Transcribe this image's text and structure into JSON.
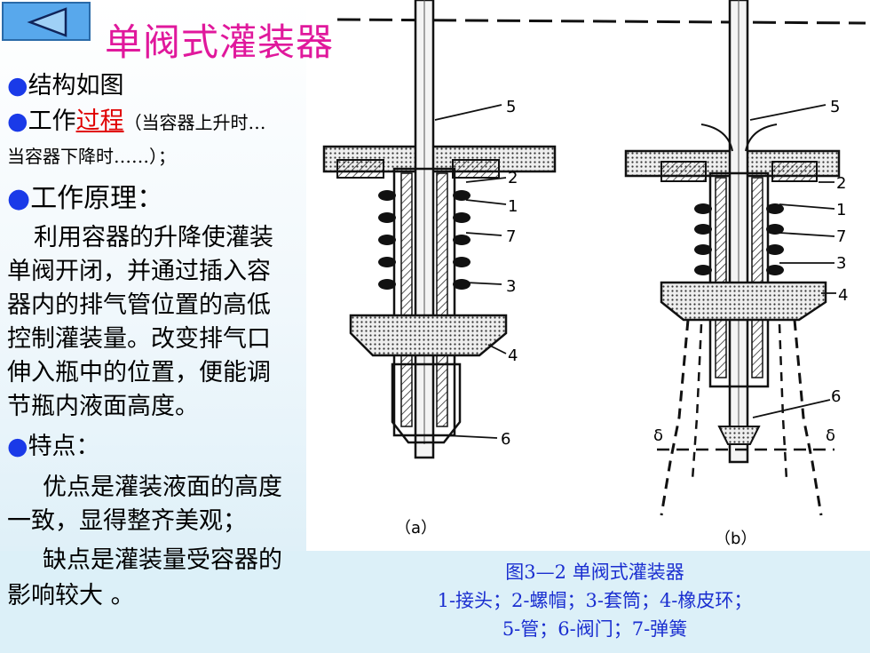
{
  "slide": {
    "title": "单阀式灌装器",
    "nav": {
      "back_icon": "back-triangle-icon"
    }
  },
  "content": {
    "bullet_symbol": "●",
    "structure": "结构如图",
    "process_prefix": "工作",
    "process_link": "过程",
    "process_paren1": "（当容器上升时…",
    "process_paren2": "当容器下降时……）；",
    "principle_heading": "工作原理：",
    "principle_lines": [
      "利用容器的升降使灌装",
      "单阀开闭，并通过插入容",
      "器内的排气管位置的高低",
      "控制灌装量。改变排气口",
      "伸入瓶中的位置，便能调",
      "节瓶内液面高度。"
    ],
    "features_heading": "特点：",
    "features_lines": [
      "优点是灌装液面的高度",
      "一致，显得整齐美观；",
      "缺点是灌装量受容器的",
      "影响较大 。"
    ]
  },
  "figure": {
    "caption_line1": "图3—2 单阀式灌装器",
    "caption_line2": "1-接头；2-螺帽；3-套筒；4-橡皮环；",
    "caption_line3": "5-管；6-阀门；7-弹簧",
    "subfig_a": "（a）",
    "subfig_b": "（b）",
    "labels_a": [
      "5",
      "2",
      "1",
      "7",
      "3",
      "4",
      "6"
    ],
    "labels_b": [
      "5",
      "2",
      "1",
      "7",
      "3",
      "4",
      "6"
    ],
    "delta": "δ"
  }
}
